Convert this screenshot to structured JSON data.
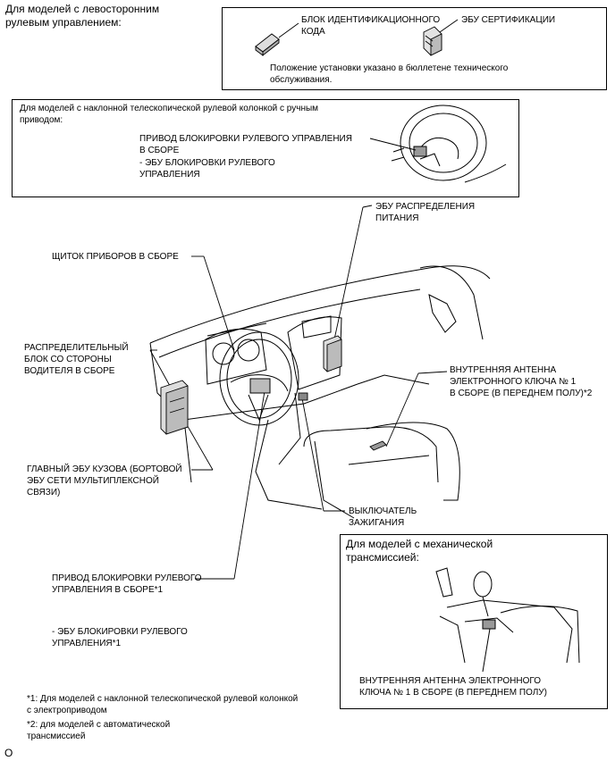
{
  "header": {
    "left_hand_drive": "Для моделей с левосторонним\nрулевым управлением:"
  },
  "smart_key_box": {
    "id_code_box": "БЛОК ИДЕНТИФИКАЦИОННОГО\nКОДА",
    "certification_ecu": "ЭБУ СЕРТИФИКАЦИИ",
    "note": "Положение установки указано в бюллетене технического\nобслуживания."
  },
  "manual_tilt_box": {
    "title": "Для моделей с наклонной телескопической рулевой колонкой с ручным\nприводом:",
    "steering_lock_actuator": "ПРИВОД БЛОКИРОВКИ РУЛЕВОГО УПРАВЛЕНИЯ\nВ СБОРЕ",
    "steering_lock_ecu": "- ЭБУ БЛОКИРОВКИ РУЛЕВОГО\nУПРАВЛЕНИЯ"
  },
  "main_labels": {
    "power_distribution_ecu": "ЭБУ РАСПРЕДЕЛЕНИЯ\nПИТАНИЯ",
    "combination_meter": "ЩИТОК ПРИБОРОВ В СБОРЕ",
    "driver_side_junction_block": "РАСПРЕДЕЛИТЕЛЬНЫЙ\nБЛОК СО СТОРОНЫ\nВОДИТЕЛЯ В СБОРЕ",
    "indoor_antenna_front": "ВНУТРЕННЯЯ АНТЕННА\nЭЛЕКТРОННОГО КЛЮЧА № 1\nВ СБОРЕ (В ПЕРЕДНЕМ ПОЛУ)*2",
    "main_body_ecu": "ГЛАВНЫЙ ЭБУ КУЗОВА (БОРТОВОЙ\nЭБУ СЕТИ МУЛЬТИПЛЕКСНОЙ\nСВЯЗИ)",
    "ignition_switch": "ВЫКЛЮЧАТЕЛЬ\nЗАЖИГАНИЯ",
    "steering_lock_actuator": "ПРИВОД БЛОКИРОВКИ РУЛЕВОГО\nУПРАВЛЕНИЯ В СБОРЕ*1",
    "steering_lock_ecu": "- ЭБУ БЛОКИРОВКИ РУЛЕВОГО\nУПРАВЛЕНИЯ*1"
  },
  "manual_transmission_box": {
    "title": "Для моделей с механической\nтрансмиссией:",
    "antenna_label": "ВНУТРЕННЯЯ АНТЕННА ЭЛЕКТРОННОГО\nКЛЮЧА № 1 В СБОРЕ (В ПЕРЕДНЕМ ПОЛУ)"
  },
  "footnotes": {
    "note1": "*1: Для моделей с наклонной телескопической рулевой колонкой\nс электроприводом",
    "note2": "*2: для моделей с автоматической\nтрансмиссией"
  },
  "page_marker": "O"
}
